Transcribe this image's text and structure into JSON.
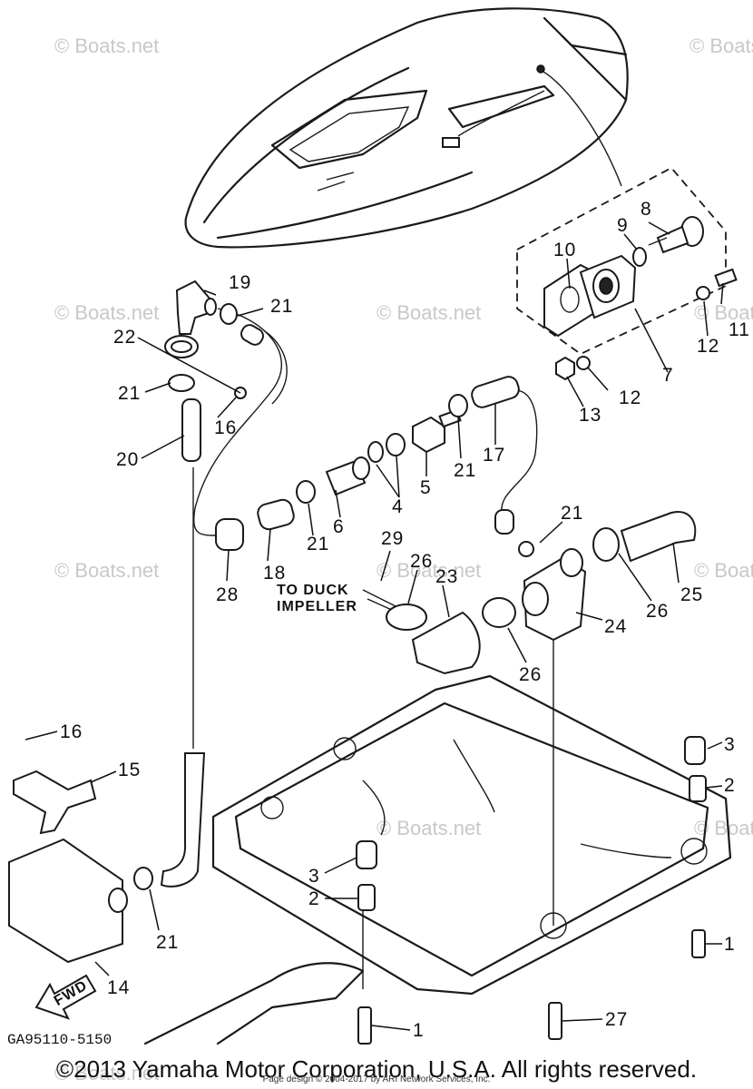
{
  "watermark": "© Boats.net",
  "callouts": [
    "1",
    "2",
    "3",
    "4",
    "5",
    "6",
    "7",
    "8",
    "9",
    "10",
    "11",
    "12",
    "13",
    "14",
    "15",
    "16",
    "17",
    "18",
    "19",
    "20",
    "21",
    "22",
    "23",
    "24",
    "25",
    "26",
    "27",
    "28",
    "29"
  ],
  "note_lines": [
    "TO DUCK",
    "IMPELLER"
  ],
  "fwd_label": "FWD",
  "figure_code": "GA95110-5150",
  "copyright": "©2013 Yamaha Motor Corporation, U.S.A. All rights reserved.",
  "page_design": "Page design © 2004-2017 by ARI Network Services, Inc."
}
